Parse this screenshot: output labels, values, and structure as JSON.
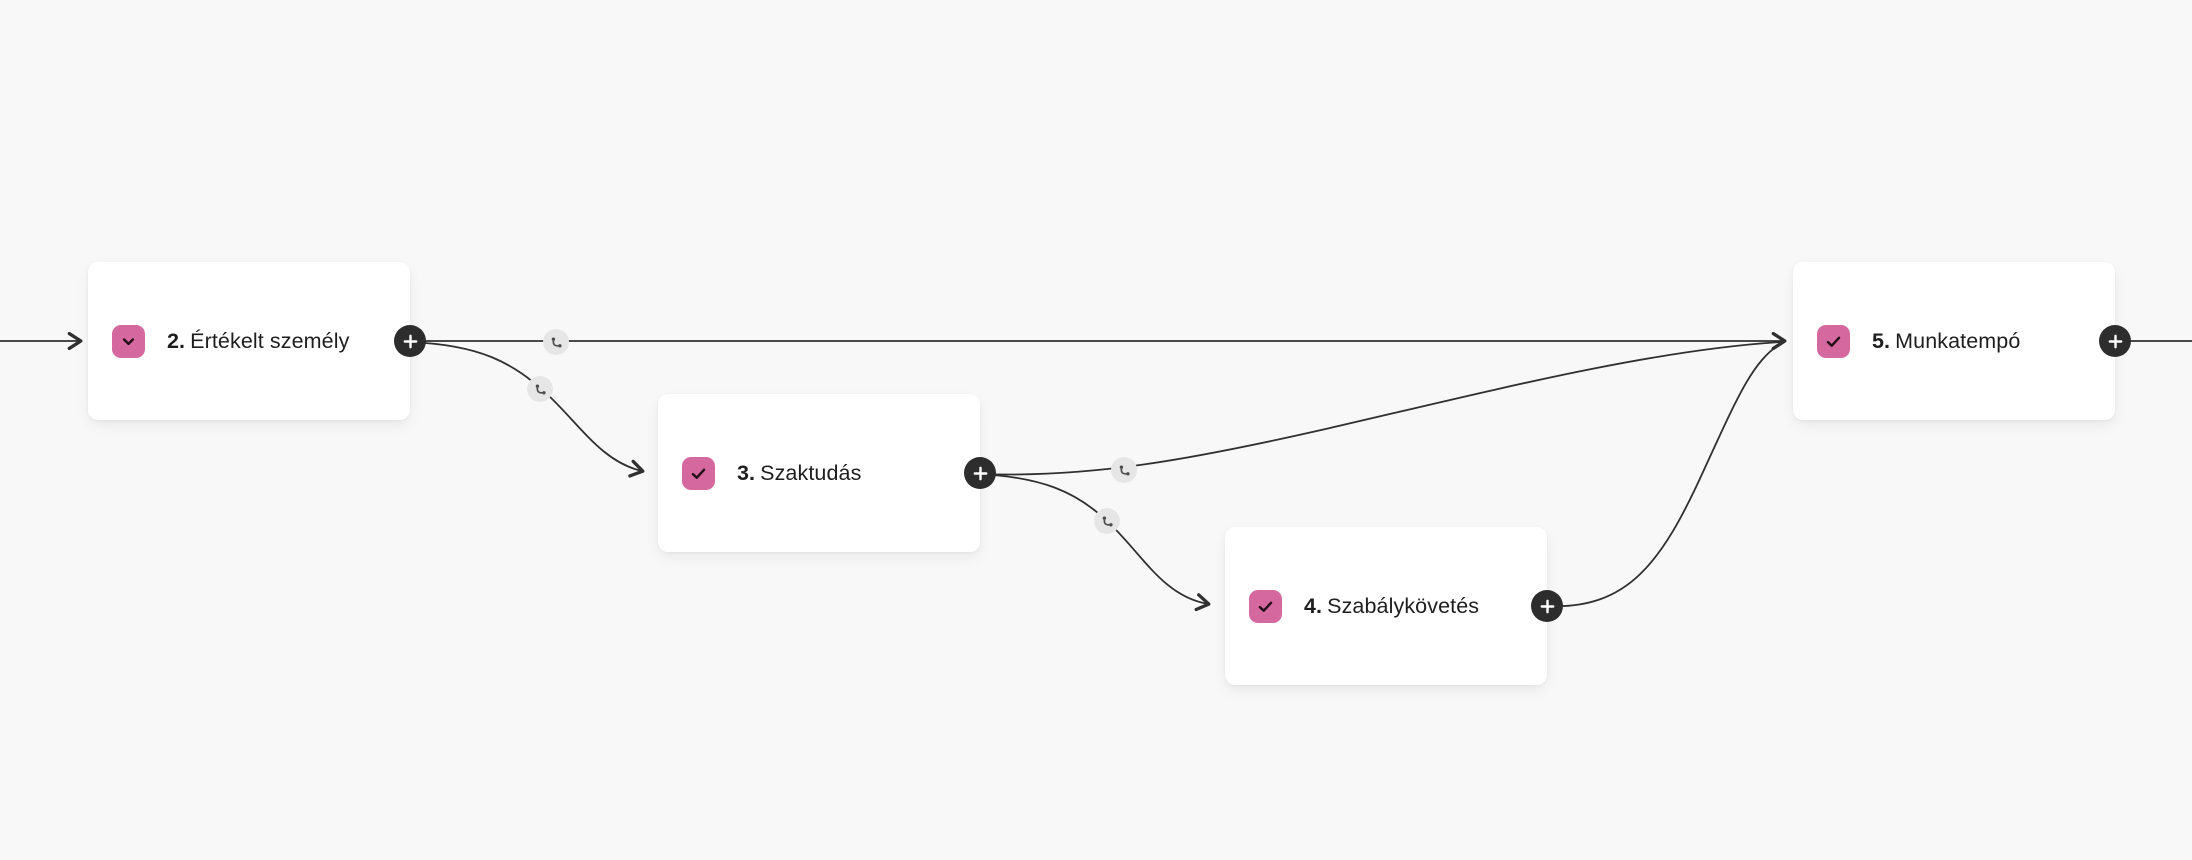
{
  "app": {
    "view": "logic-flow-map"
  },
  "colors": {
    "background": "#f8f8f8",
    "card": "#ffffff",
    "accent_pink": "#d5699f",
    "icon_glyph": "#241019",
    "edge": "#303030",
    "plus_bg": "#2d2d2d",
    "plus_glyph": "#ffffff",
    "chip_bg": "#e6e6e6",
    "chip_glyph": "#4c4c4c",
    "text": "#1e1e1e"
  },
  "nodes": [
    {
      "id": "node-2",
      "number": "2.",
      "title": "Értékelt személy",
      "icon": "chevron-down-icon"
    },
    {
      "id": "node-3",
      "number": "3.",
      "title": "Szaktudás",
      "icon": "check-icon"
    },
    {
      "id": "node-4",
      "number": "4.",
      "title": "Szabálykövetés",
      "icon": "check-icon"
    },
    {
      "id": "node-5",
      "number": "5.",
      "title": "Munkatempó",
      "icon": "check-icon"
    }
  ],
  "edges": [
    {
      "from": "start-offscreen",
      "to": "node-2",
      "arrow": true
    },
    {
      "from": "node-2",
      "to": "node-5",
      "arrow": true,
      "branch_button": true
    },
    {
      "from": "node-2",
      "to": "node-3",
      "arrow": true,
      "branch_button": true
    },
    {
      "from": "node-3",
      "to": "node-5",
      "arrow": false,
      "branch_button": true
    },
    {
      "from": "node-3",
      "to": "node-4",
      "arrow": true,
      "branch_button": true
    },
    {
      "from": "node-4",
      "to": "node-5",
      "arrow": false,
      "branch_button": false
    },
    {
      "from": "node-5",
      "to": "next-offscreen",
      "arrow": false,
      "branch_button": false
    }
  ],
  "ui": {
    "plus_button_icon": "plus-icon",
    "branch_button_icon": "branch-icon"
  }
}
